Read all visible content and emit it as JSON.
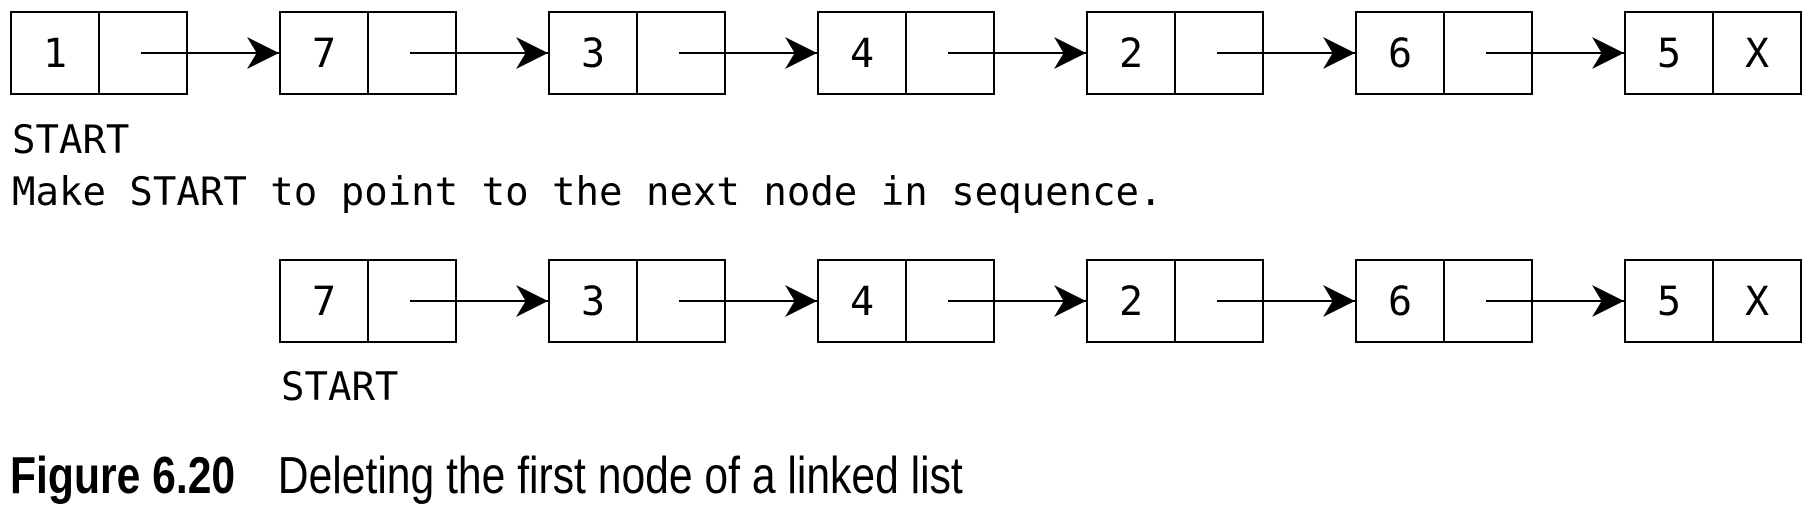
{
  "lists": [
    {
      "nodes": [
        {
          "value": "1",
          "next": ""
        },
        {
          "value": "7",
          "next": ""
        },
        {
          "value": "3",
          "next": ""
        },
        {
          "value": "4",
          "next": ""
        },
        {
          "value": "2",
          "next": ""
        },
        {
          "value": "6",
          "next": ""
        },
        {
          "value": "5",
          "next": "X"
        }
      ],
      "start_label": "START"
    },
    {
      "nodes": [
        {
          "value": "7",
          "next": ""
        },
        {
          "value": "3",
          "next": ""
        },
        {
          "value": "4",
          "next": ""
        },
        {
          "value": "2",
          "next": ""
        },
        {
          "value": "6",
          "next": ""
        },
        {
          "value": "5",
          "next": "X"
        }
      ],
      "start_label": "START"
    }
  ],
  "instruction": "Make START to point to the next node in sequence.",
  "caption": {
    "number": "Figure 6.20",
    "text": "Deleting the first node of a linked list"
  }
}
